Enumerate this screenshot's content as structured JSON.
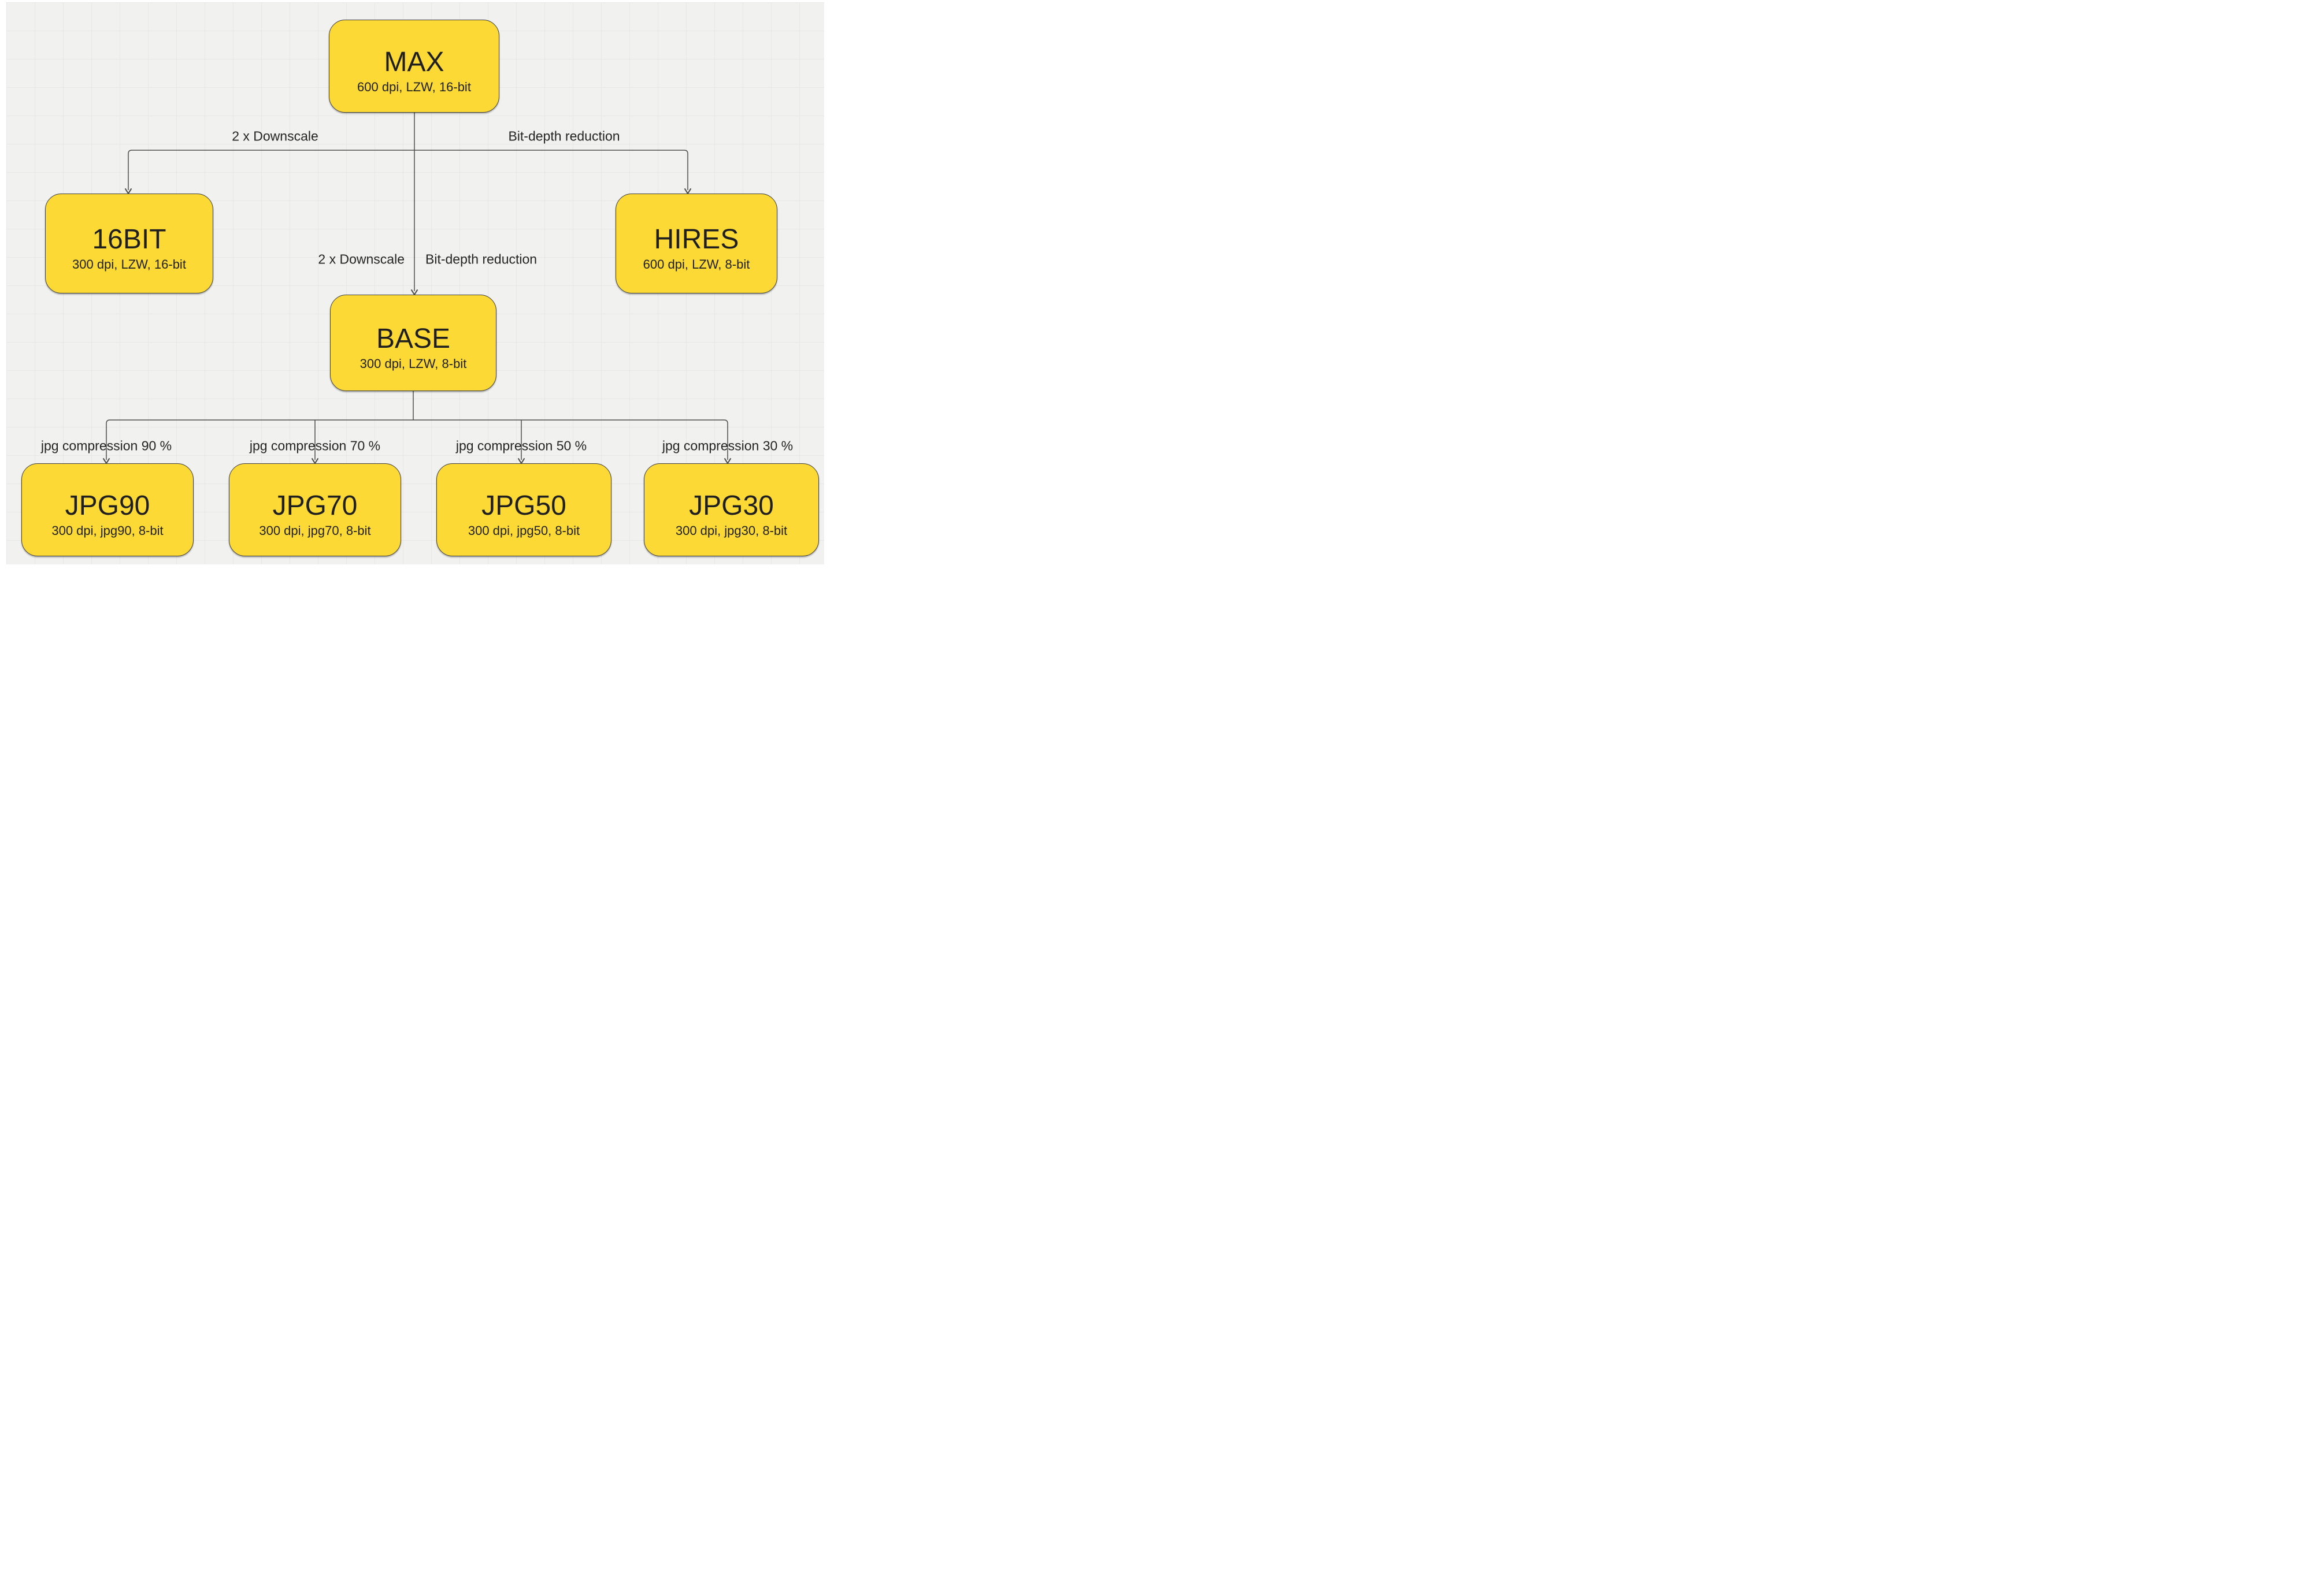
{
  "diagram": {
    "colors": {
      "page_bg": "#ffffff",
      "canvas_bg": "#f1f1ef",
      "grid_line": "#e7e7e5",
      "node_fill": "#fdd935",
      "node_border": "#404040",
      "line_color": "#4d4d4d",
      "text_color": "#1f1f1f"
    },
    "nodes": [
      {
        "id": "max",
        "title": "MAX",
        "subtitle": "600 dpi, LZW, 16-bit"
      },
      {
        "id": "16bit",
        "title": "16BIT",
        "subtitle": "300 dpi, LZW, 16-bit"
      },
      {
        "id": "hires",
        "title": "HIRES",
        "subtitle": "600 dpi, LZW, 8-bit"
      },
      {
        "id": "base",
        "title": "BASE",
        "subtitle": "300 dpi, LZW, 8-bit"
      },
      {
        "id": "jpg90",
        "title": "JPG90",
        "subtitle": "300 dpi, jpg90, 8-bit"
      },
      {
        "id": "jpg70",
        "title": "JPG70",
        "subtitle": "300 dpi, jpg70, 8-bit"
      },
      {
        "id": "jpg50",
        "title": "JPG50",
        "subtitle": "300 dpi, jpg50, 8-bit"
      },
      {
        "id": "jpg30",
        "title": "JPG30",
        "subtitle": "300 dpi, jpg30, 8-bit"
      }
    ],
    "edge_labels": [
      {
        "id": "downscale-top",
        "text": "2 x Downscale"
      },
      {
        "id": "bitdepth-top",
        "text": "Bit-depth reduction"
      },
      {
        "id": "downscale-mid",
        "text": "2 x Downscale"
      },
      {
        "id": "bitdepth-mid",
        "text": "Bit-depth reduction"
      },
      {
        "id": "jpg90",
        "text": "jpg compression 90 %"
      },
      {
        "id": "jpg70",
        "text": "jpg compression 70 %"
      },
      {
        "id": "jpg50",
        "text": "jpg compression 50 %"
      },
      {
        "id": "jpg30",
        "text": "jpg compression 30 %"
      }
    ]
  }
}
